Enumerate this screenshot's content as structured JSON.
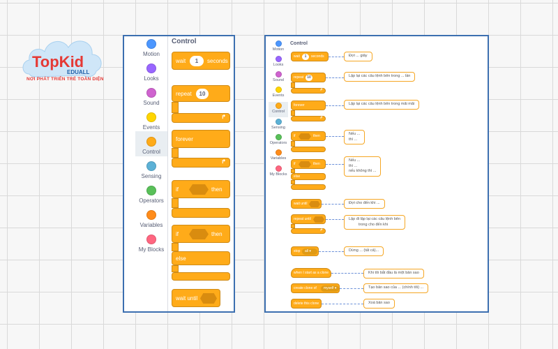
{
  "logo": {
    "brand_top": "TopKid",
    "brand_bottom": "EDUALL",
    "tagline": "NƠI PHÁT TRIỂN TRẺ TOÀN DIỆN"
  },
  "colors": {
    "control": "#ffab19",
    "panel_border": "#3c6fb0",
    "callout_border": "#f5a623",
    "connector": "#6a8fd8"
  },
  "categories": [
    {
      "label": "Motion",
      "color": "#4c97ff"
    },
    {
      "label": "Looks",
      "color": "#9966ff"
    },
    {
      "label": "Sound",
      "color": "#cf63cf"
    },
    {
      "label": "Events",
      "color": "#ffd500"
    },
    {
      "label": "Control",
      "color": "#ffab19",
      "selected": true
    },
    {
      "label": "Sensing",
      "color": "#5cb1d6"
    },
    {
      "label": "Operators",
      "color": "#59c059"
    },
    {
      "label": "Variables",
      "color": "#ff8c1a"
    },
    {
      "label": "My Blocks",
      "color": "#ff6680"
    }
  ],
  "palette_title": "Control",
  "blocks": {
    "wait": {
      "text": "wait",
      "value": "1",
      "suffix": "seconds"
    },
    "repeat": {
      "text": "repeat",
      "value": "10"
    },
    "forever": {
      "text": "forever"
    },
    "if": {
      "text": "if",
      "then": "then"
    },
    "if_else": {
      "text": "if",
      "then": "then",
      "else": "else"
    },
    "wait_until": {
      "text": "wait until"
    },
    "repeat_until": {
      "text": "repeat until"
    },
    "stop": {
      "text": "stop",
      "option": "all ▾"
    },
    "when_clone": {
      "text": "when I start as a clone"
    },
    "create_clone": {
      "text": "create clone of",
      "option": "myself ▾"
    },
    "delete_clone": {
      "text": "delete this clone"
    }
  },
  "callouts": {
    "wait": "Đợi ... giây",
    "repeat": "Lặp lại các câu lệnh bên trong ... lần",
    "forever": "Lặp lại các câu lệnh bên trong mãi mãi",
    "if": [
      "Nếu ...",
      "thì ..."
    ],
    "if_else": [
      "Nếu ...",
      "thì ...",
      "nếu không thì ..."
    ],
    "wait_until": "Đợi cho đến khi ...",
    "repeat_until": [
      "Lặp đi lặp lại các câu lệnh bên",
      "trong cho đến khi"
    ],
    "stop": "Dừng ... (tất cả)...",
    "when_clone": "Khi tôi bắt đầu là một bản sao",
    "create_clone": "Tạo bản sao của ... (chính tôi) ...",
    "delete_clone": "Xoá bản sao"
  }
}
